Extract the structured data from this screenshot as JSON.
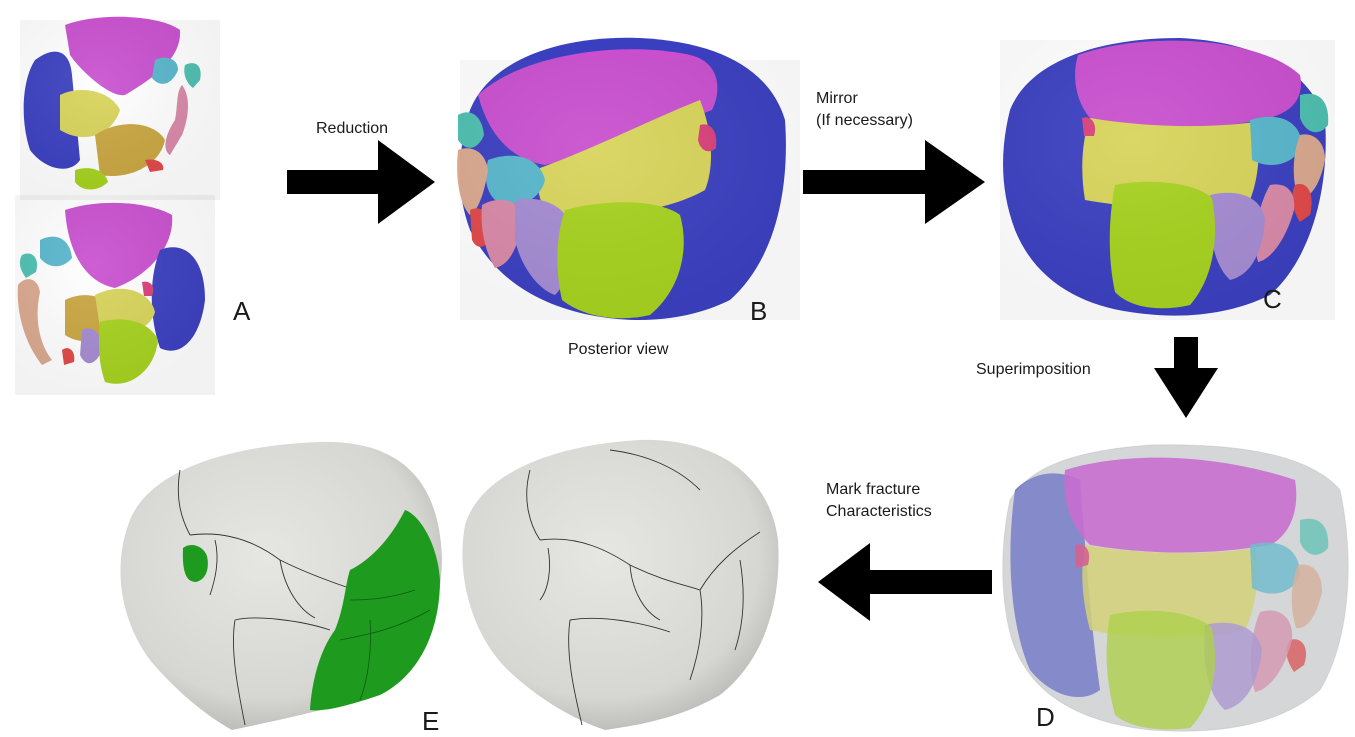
{
  "figure": {
    "panels": {
      "A": "A",
      "B": "B",
      "C": "C",
      "D": "D",
      "E": "E"
    },
    "steps": {
      "reduction": "Reduction",
      "mirror_line1": "Mirror",
      "mirror_line2": "(If necessary)",
      "superimposition": "Superimposition",
      "mark_line1": "Mark fracture",
      "mark_line2": "Characteristics"
    },
    "view_caption": "Posterior view"
  },
  "colors": {
    "magenta": "#c94fcf",
    "blue": "#3a3fc0",
    "yellow": "#d8d45a",
    "lime": "#a6d21e",
    "teal": "#4dbfb0",
    "cyan": "#58b6cc",
    "peach": "#d9a88e",
    "pink": "#d889a8",
    "lavender": "#a48bd2",
    "red": "#e04848",
    "rose": "#d8407a",
    "gold": "#c9a640",
    "bone_gray": "#dcdcd8",
    "highlight_green": "#1e9a1e",
    "arrow": "#000000"
  }
}
